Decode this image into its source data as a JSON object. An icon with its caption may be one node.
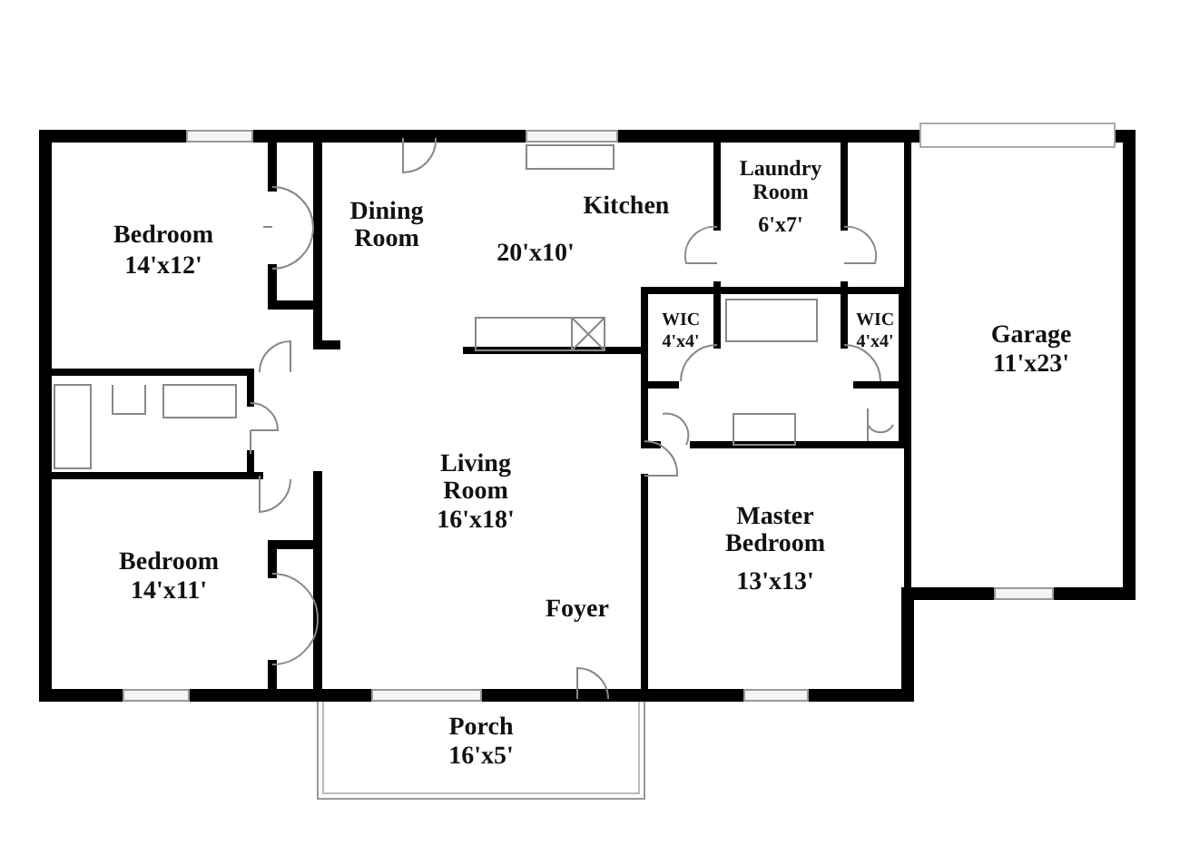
{
  "diagram": {
    "labels": [
      "Laundry Room",
      "6'x7'",
      "Dining Room",
      "Kitchen",
      "Bedroom",
      "14'x12'",
      "20'x10'",
      "WIC",
      "4'x4'",
      "WIC",
      "4'x4'",
      "Garage",
      "11'x23'",
      "Living Room",
      "16'x18'",
      "Master Bedroom",
      "13'x13'",
      "Bedroom",
      "14'x11'",
      "Foyer",
      "Porch",
      "16'x5'"
    ]
  }
}
